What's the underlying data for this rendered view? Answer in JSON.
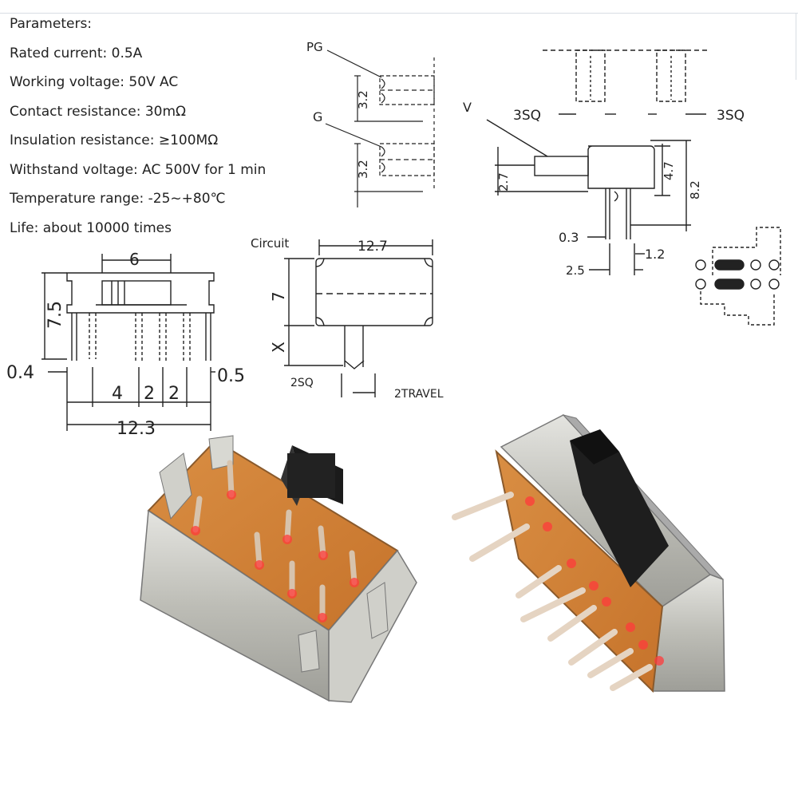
{
  "parameters": {
    "heading": "Parameters:",
    "items": [
      "Rated current: 0.5A",
      "Working voltage: 50V AC",
      "Contact resistance: 30mΩ",
      "Insulation resistance: ≥100MΩ",
      "Withstand voltage: AC 500V for 1 min",
      "Temperature range: -25~+80℃",
      "Life: about 10000 times"
    ]
  },
  "diagram_labels": {
    "pg": "PG",
    "g": "G",
    "pg_dim": "3.2",
    "g_dim": "3.2",
    "v": "V",
    "sq_left": "3SQ",
    "sq_right": "3SQ",
    "dim_2_7": "2.7",
    "dim_4_7": "4.7",
    "dim_8_2": "8.2",
    "dim_0_3": "0.3",
    "dim_1_2": "1.2",
    "dim_2_5": "2.5",
    "front_top": "6",
    "front_height": "7.5",
    "front_04": "0.4",
    "front_05": "0.5",
    "front_4": "4",
    "front_2a": "2",
    "front_2b": "2",
    "front_total": "12.3",
    "circuit": "Circuit",
    "circuit_width": "12.7",
    "circuit_7": "7",
    "circuit_x": "X",
    "circuit_2sq": "2SQ",
    "circuit_travel": "2TRAVEL"
  }
}
